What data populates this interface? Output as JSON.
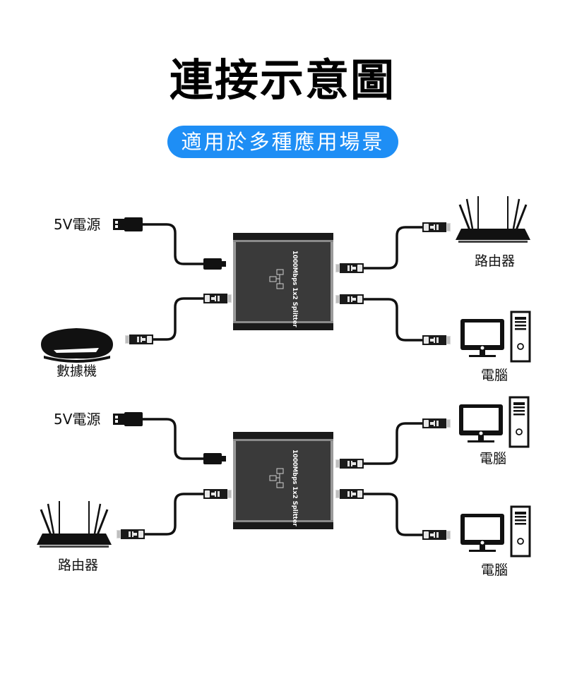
{
  "title": "連接示意圖",
  "subtitle": "適用於多種應用場景",
  "accent_color": "#1e8ef5",
  "diagrams": [
    {
      "power_label": "5V電源",
      "splitter_text": "1000Mbps 1x2 Splitter",
      "input_device": {
        "label": "數據機",
        "icon": "modem-icon"
      },
      "outputs": [
        {
          "label": "路由器",
          "icon": "router-icon"
        },
        {
          "label": "電腦",
          "icon": "computer-icon"
        }
      ]
    },
    {
      "power_label": "5V電源",
      "splitter_text": "1000Mbps 1x2 Splitter",
      "input_device": {
        "label": "路由器",
        "icon": "router-icon"
      },
      "outputs": [
        {
          "label": "電腦",
          "icon": "computer-icon"
        },
        {
          "label": "電腦",
          "icon": "computer-icon"
        }
      ]
    }
  ]
}
